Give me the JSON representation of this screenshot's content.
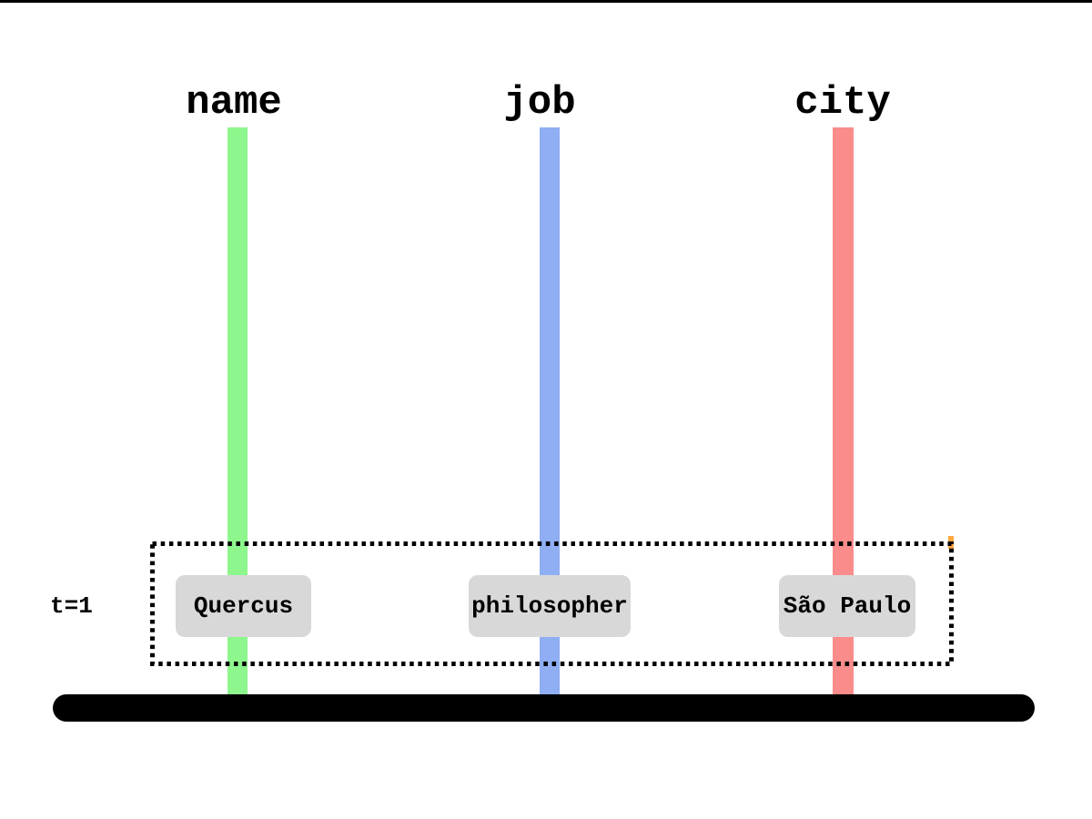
{
  "figure": {
    "time_step": {
      "label": "t=1"
    },
    "columns": [
      {
        "name": "name",
        "value": "Quercus",
        "line_color": "#8DF78D"
      },
      {
        "name": "job",
        "value": "philosopher",
        "line_color": "#8FAEF4"
      },
      {
        "name": "city",
        "value": "São Paulo",
        "line_color": "#FA8C8C"
      }
    ],
    "colors": {
      "top_rule": "#000000",
      "timeline_bar": "#000000",
      "value_box_bg": "#D8D8D8",
      "frame_stroke": "#000000",
      "corner_artifact": "#FFA640",
      "text": "#000000"
    }
  }
}
